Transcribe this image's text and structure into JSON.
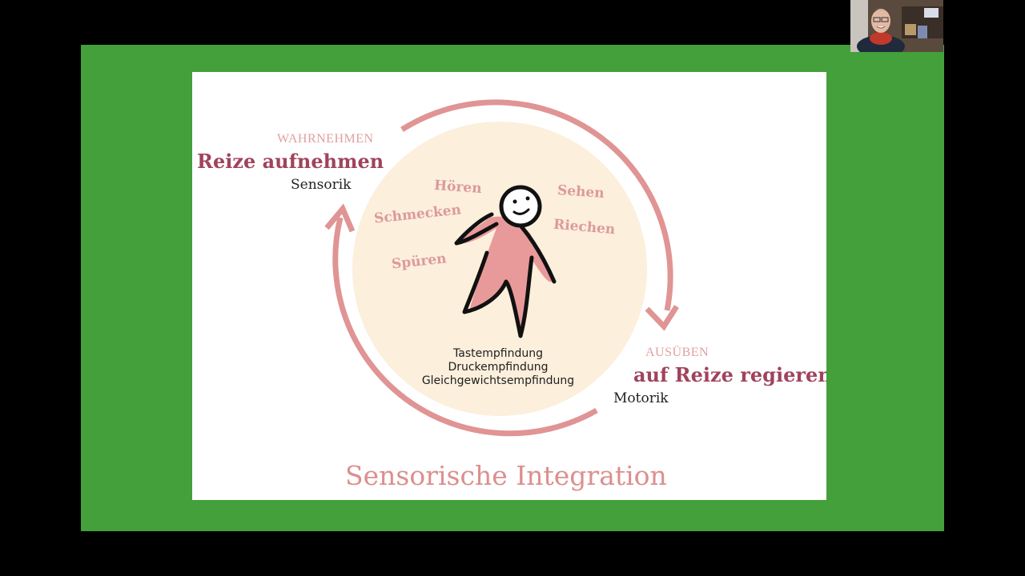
{
  "slide": {
    "perceive": {
      "caption": "WAHRNEHMEN",
      "title": "Reize aufnehmen",
      "subtitle": "Sensorik"
    },
    "act": {
      "caption": "AUSÜBEN",
      "title": "auf Reize regieren",
      "subtitle": "Motorik"
    },
    "senses": [
      "Hören",
      "Sehen",
      "Schmecken",
      "Riechen",
      "Spüren"
    ],
    "sensations": [
      "Tastempfindung",
      "Druckempfindung",
      "Gleichgewichtsempfindung"
    ],
    "title": "Sensorische Integration"
  },
  "colors": {
    "background": "#000000",
    "frame_green": "#43a03a",
    "slide_white": "#ffffff",
    "circle_cream": "#fcefdc",
    "arrow_pink": "#e09494",
    "title_pink": "#dc8f8f",
    "heading_berry": "#a0435d",
    "figure_fill": "#e89a9a",
    "figure_outline": "#111111"
  }
}
